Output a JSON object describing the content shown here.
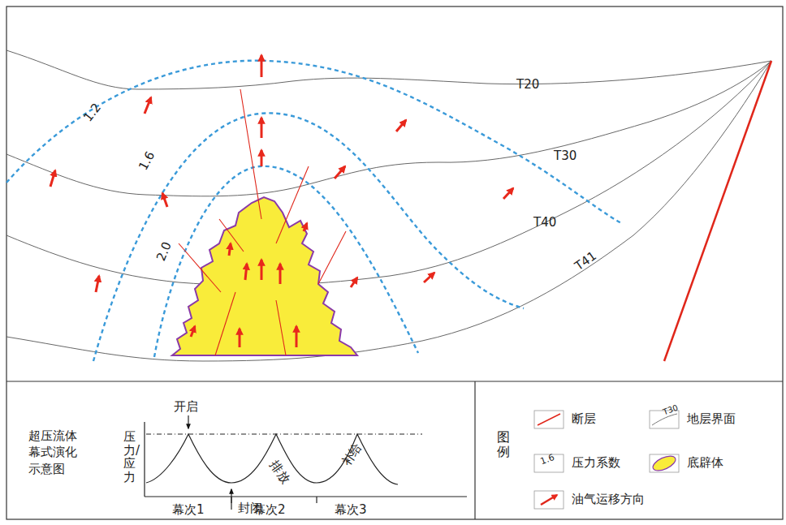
{
  "diagram": {
    "labels": [
      "T20",
      "T30",
      "T40",
      "T41",
      "1.2",
      "1.6",
      "2.0",
      "超压流体幕式演化示意图",
      "压力/应力",
      "开启",
      "封闭",
      "排放",
      "补给",
      "幕次1",
      "幕次2",
      "幕次3",
      "图例",
      "T30",
      "1.6"
    ],
    "legend": [
      {
        "text": "断层"
      },
      {
        "text": "地层界面"
      },
      {
        "text": "压力系数"
      },
      {
        "text": "底辟体"
      },
      {
        "text": "油气运移方向"
      }
    ]
  }
}
